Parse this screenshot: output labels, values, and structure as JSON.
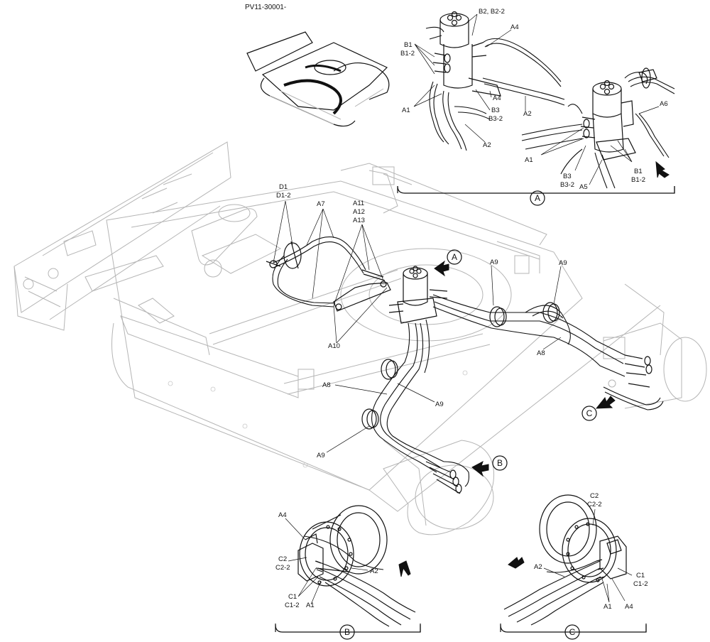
{
  "header": {
    "code": "PV11-30001-"
  },
  "labels": {
    "d1": "D1",
    "d1_2": "D1-2",
    "a7": "A7",
    "a11": "A11",
    "a12": "A12",
    "a13": "A13",
    "a10": "A10",
    "a9_top": "A9",
    "a9_right": "A9",
    "a9_mid": "A9",
    "a9_low": "A9",
    "a8_mid": "A8",
    "a8_right": "A8"
  },
  "callouts": {
    "a": "A",
    "b": "B",
    "c": "C"
  },
  "detail_a": {
    "b2": "B2, B2-2",
    "a4_top": "A4",
    "b1": "B1",
    "b1_2": "B1-2",
    "a4_mid": "A4",
    "a1": "A1",
    "b3": "B3",
    "b3_2": "B3-2",
    "a2_mid": "A2",
    "a2_low": "A2",
    "a6": "A6",
    "a1_right": "A1",
    "b1_right": "B1",
    "b1_2_right": "B1-2",
    "b3_right": "B3",
    "b3_2_right": "B3-2",
    "a5": "A5",
    "caption": "A"
  },
  "detail_b": {
    "a4": "A4",
    "c2": "C2",
    "c2_2": "C2-2",
    "a2": "A2",
    "c1": "C1",
    "c1_2": "C1-2",
    "a1": "A1",
    "caption": "B"
  },
  "detail_c": {
    "c2": "C2",
    "c2_2": "C2-2",
    "a2": "A2",
    "c1": "C1",
    "c1_2": "C1-2",
    "a1": "A1",
    "a4": "A4",
    "caption": "C"
  }
}
